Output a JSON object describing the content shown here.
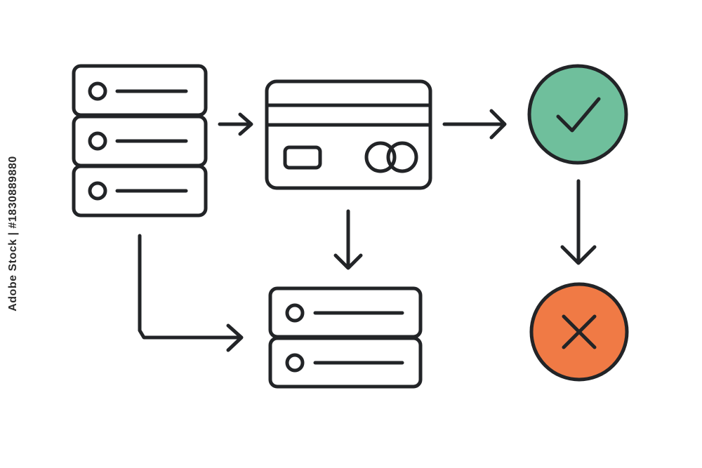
{
  "diagram": {
    "nodes": [
      {
        "id": "source-database",
        "icon": "server-stack-icon",
        "rows": 3
      },
      {
        "id": "payment-card",
        "icon": "credit-card-icon"
      },
      {
        "id": "approved",
        "icon": "check-circle-icon",
        "color": "#6fbf9c"
      },
      {
        "id": "target-database",
        "icon": "server-stack-icon",
        "rows": 2
      },
      {
        "id": "declined",
        "icon": "x-circle-icon",
        "color": "#f07a45"
      }
    ],
    "edges": [
      {
        "from": "source-database",
        "to": "payment-card"
      },
      {
        "from": "payment-card",
        "to": "approved"
      },
      {
        "from": "payment-card",
        "to": "target-database"
      },
      {
        "from": "source-database",
        "to": "target-database"
      },
      {
        "from": "approved",
        "to": "declined"
      }
    ]
  },
  "watermark": {
    "text": "Adobe Stock | #1830889880"
  }
}
